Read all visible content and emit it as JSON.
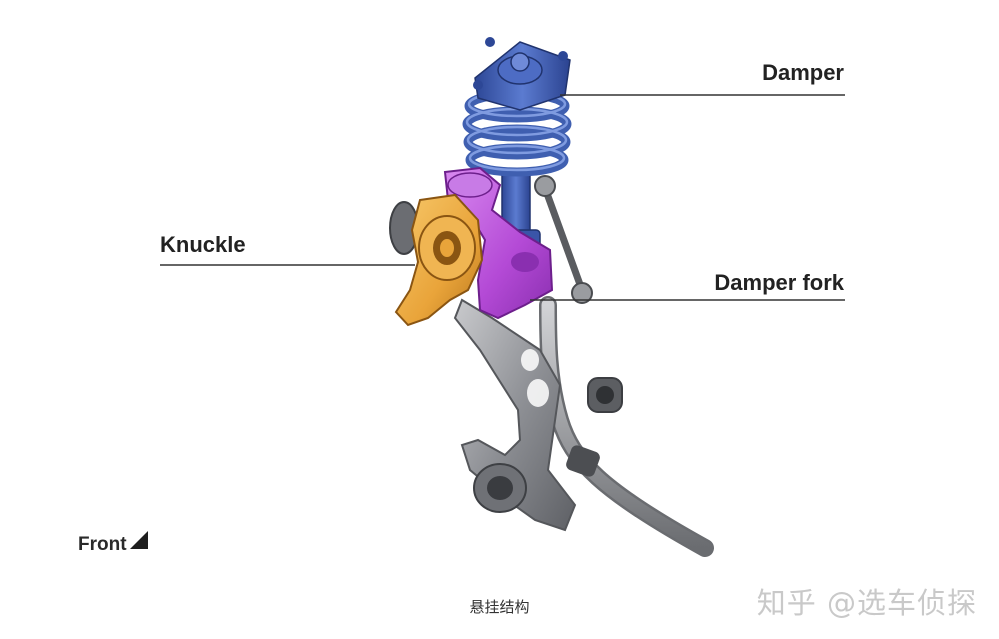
{
  "labels": {
    "damper": "Damper",
    "knuckle": "Knuckle",
    "damper_fork": "Damper fork"
  },
  "front_marker": "Front",
  "caption": "悬挂结构",
  "watermark": "知乎 @选车侦探",
  "colors": {
    "damper_blue": "#3f5fb0",
    "knuckle_orange": "#e9a43a",
    "fork_purple": "#b44ad6",
    "arm_gray": "#8d8f94",
    "leader_line": "#333333"
  }
}
